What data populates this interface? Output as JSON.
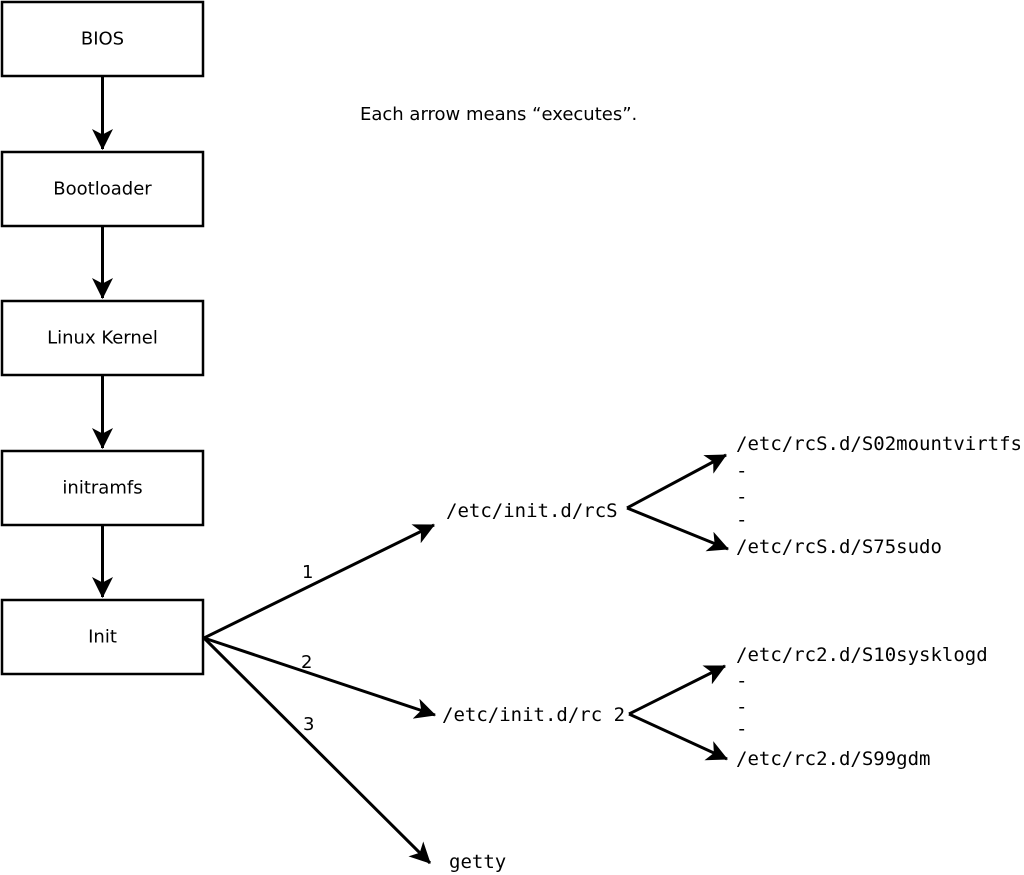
{
  "note": "Each arrow means “executes”.",
  "chain": [
    {
      "label": "BIOS"
    },
    {
      "label": "Bootloader"
    },
    {
      "label": "Linux Kernel"
    },
    {
      "label": "initramfs"
    },
    {
      "label": "Init"
    }
  ],
  "init_branches": [
    {
      "order": "1",
      "target": "/etc/init.d/rcS"
    },
    {
      "order": "2",
      "target": "/etc/init.d/rc 2"
    },
    {
      "order": "3",
      "target": "getty"
    }
  ],
  "rcS_scripts": {
    "first": "/etc/rcS.d/S02mountvirtfs",
    "ellipsis": [
      "-",
      "-",
      "-"
    ],
    "last": "/etc/rcS.d/S75sudo"
  },
  "rc2_scripts": {
    "first": "/etc/rc2.d/S10sysklogd",
    "ellipsis": [
      "-",
      "-",
      "-"
    ],
    "last": "/etc/rc2.d/S99gdm"
  },
  "colors": {
    "ink": "#000000",
    "background": "#ffffff"
  }
}
